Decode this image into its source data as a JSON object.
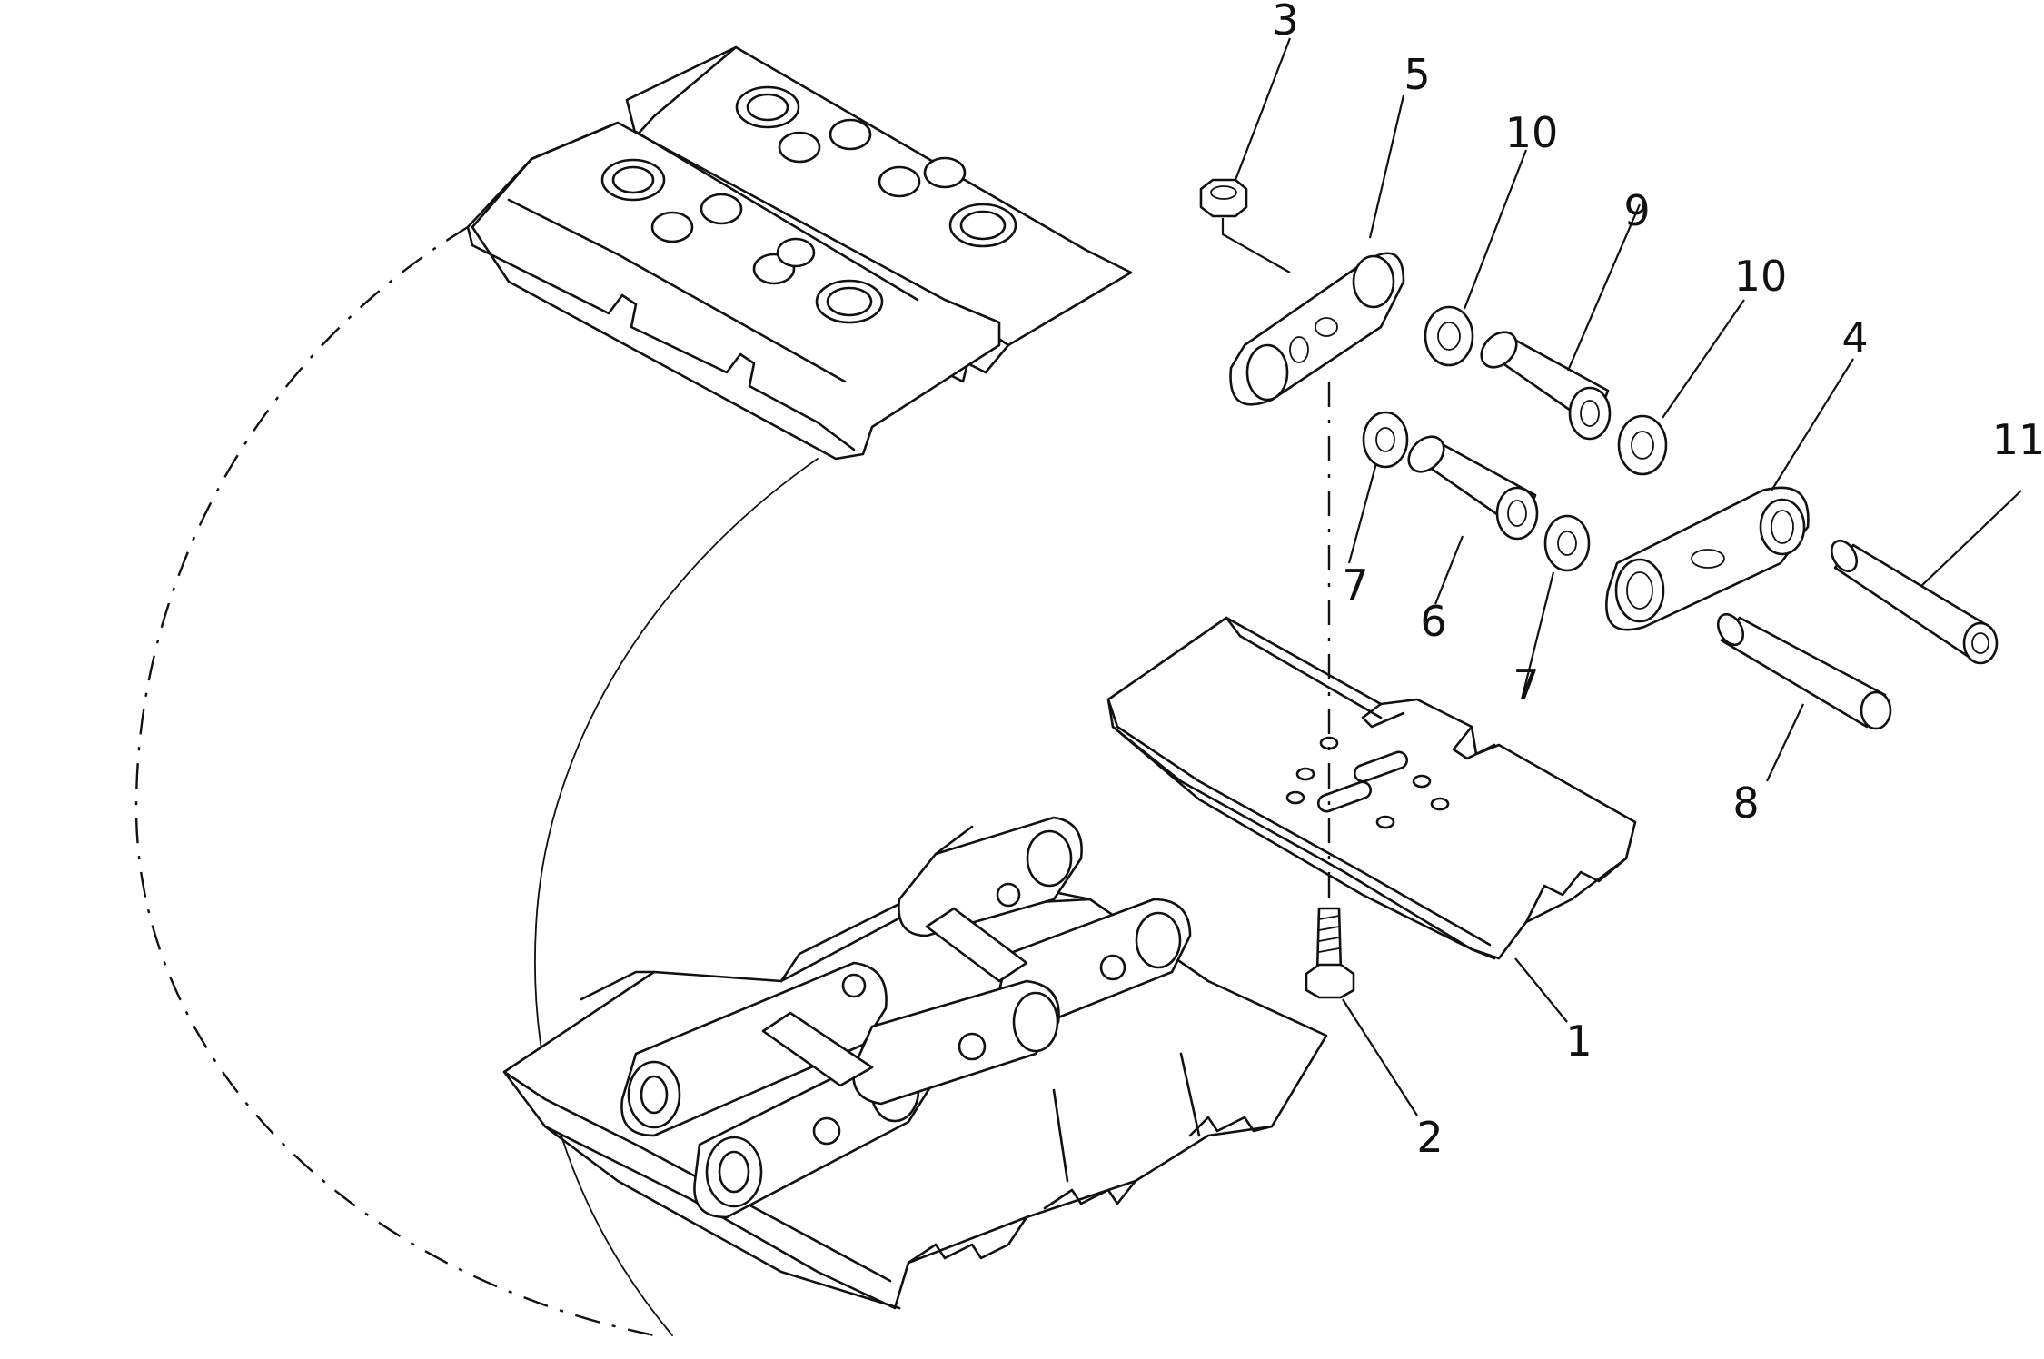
{
  "callouts": {
    "c1": "1",
    "c2": "2",
    "c3": "3",
    "c4": "4",
    "c5": "5",
    "c6": "6",
    "c7a": "7",
    "c7b": "7",
    "c8": "8",
    "c9": "9",
    "c10a": "10",
    "c10b": "10",
    "c11": "11"
  },
  "colors": {
    "line": "#111111",
    "background": "#ffffff"
  }
}
